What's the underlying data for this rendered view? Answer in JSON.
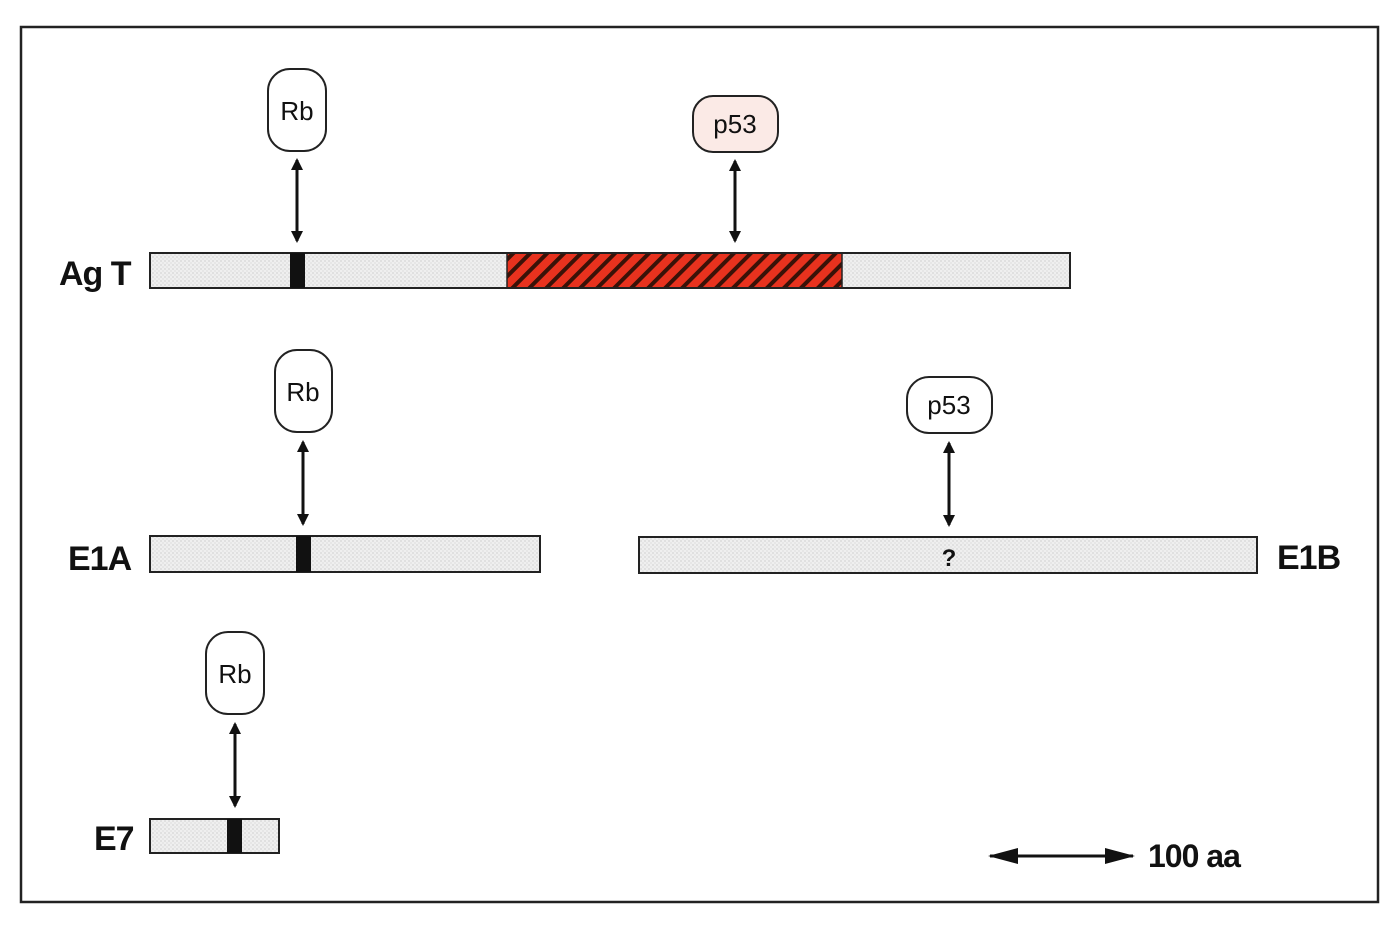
{
  "colors": {
    "frame": "#222222",
    "bar_fill": "#eeeeee",
    "binding_site": "#111111",
    "p53_domain": "#e8321e",
    "p53_box_fill": "#fbeae6"
  },
  "proteins": [
    {
      "label": "Ag T"
    },
    {
      "label": "E1A"
    },
    {
      "label": "E1B",
      "unknown_site": "?"
    },
    {
      "label": "E7"
    }
  ],
  "partners": {
    "rb": "Rb",
    "p53": "p53"
  },
  "scale_bar": {
    "label": "100 aa"
  }
}
